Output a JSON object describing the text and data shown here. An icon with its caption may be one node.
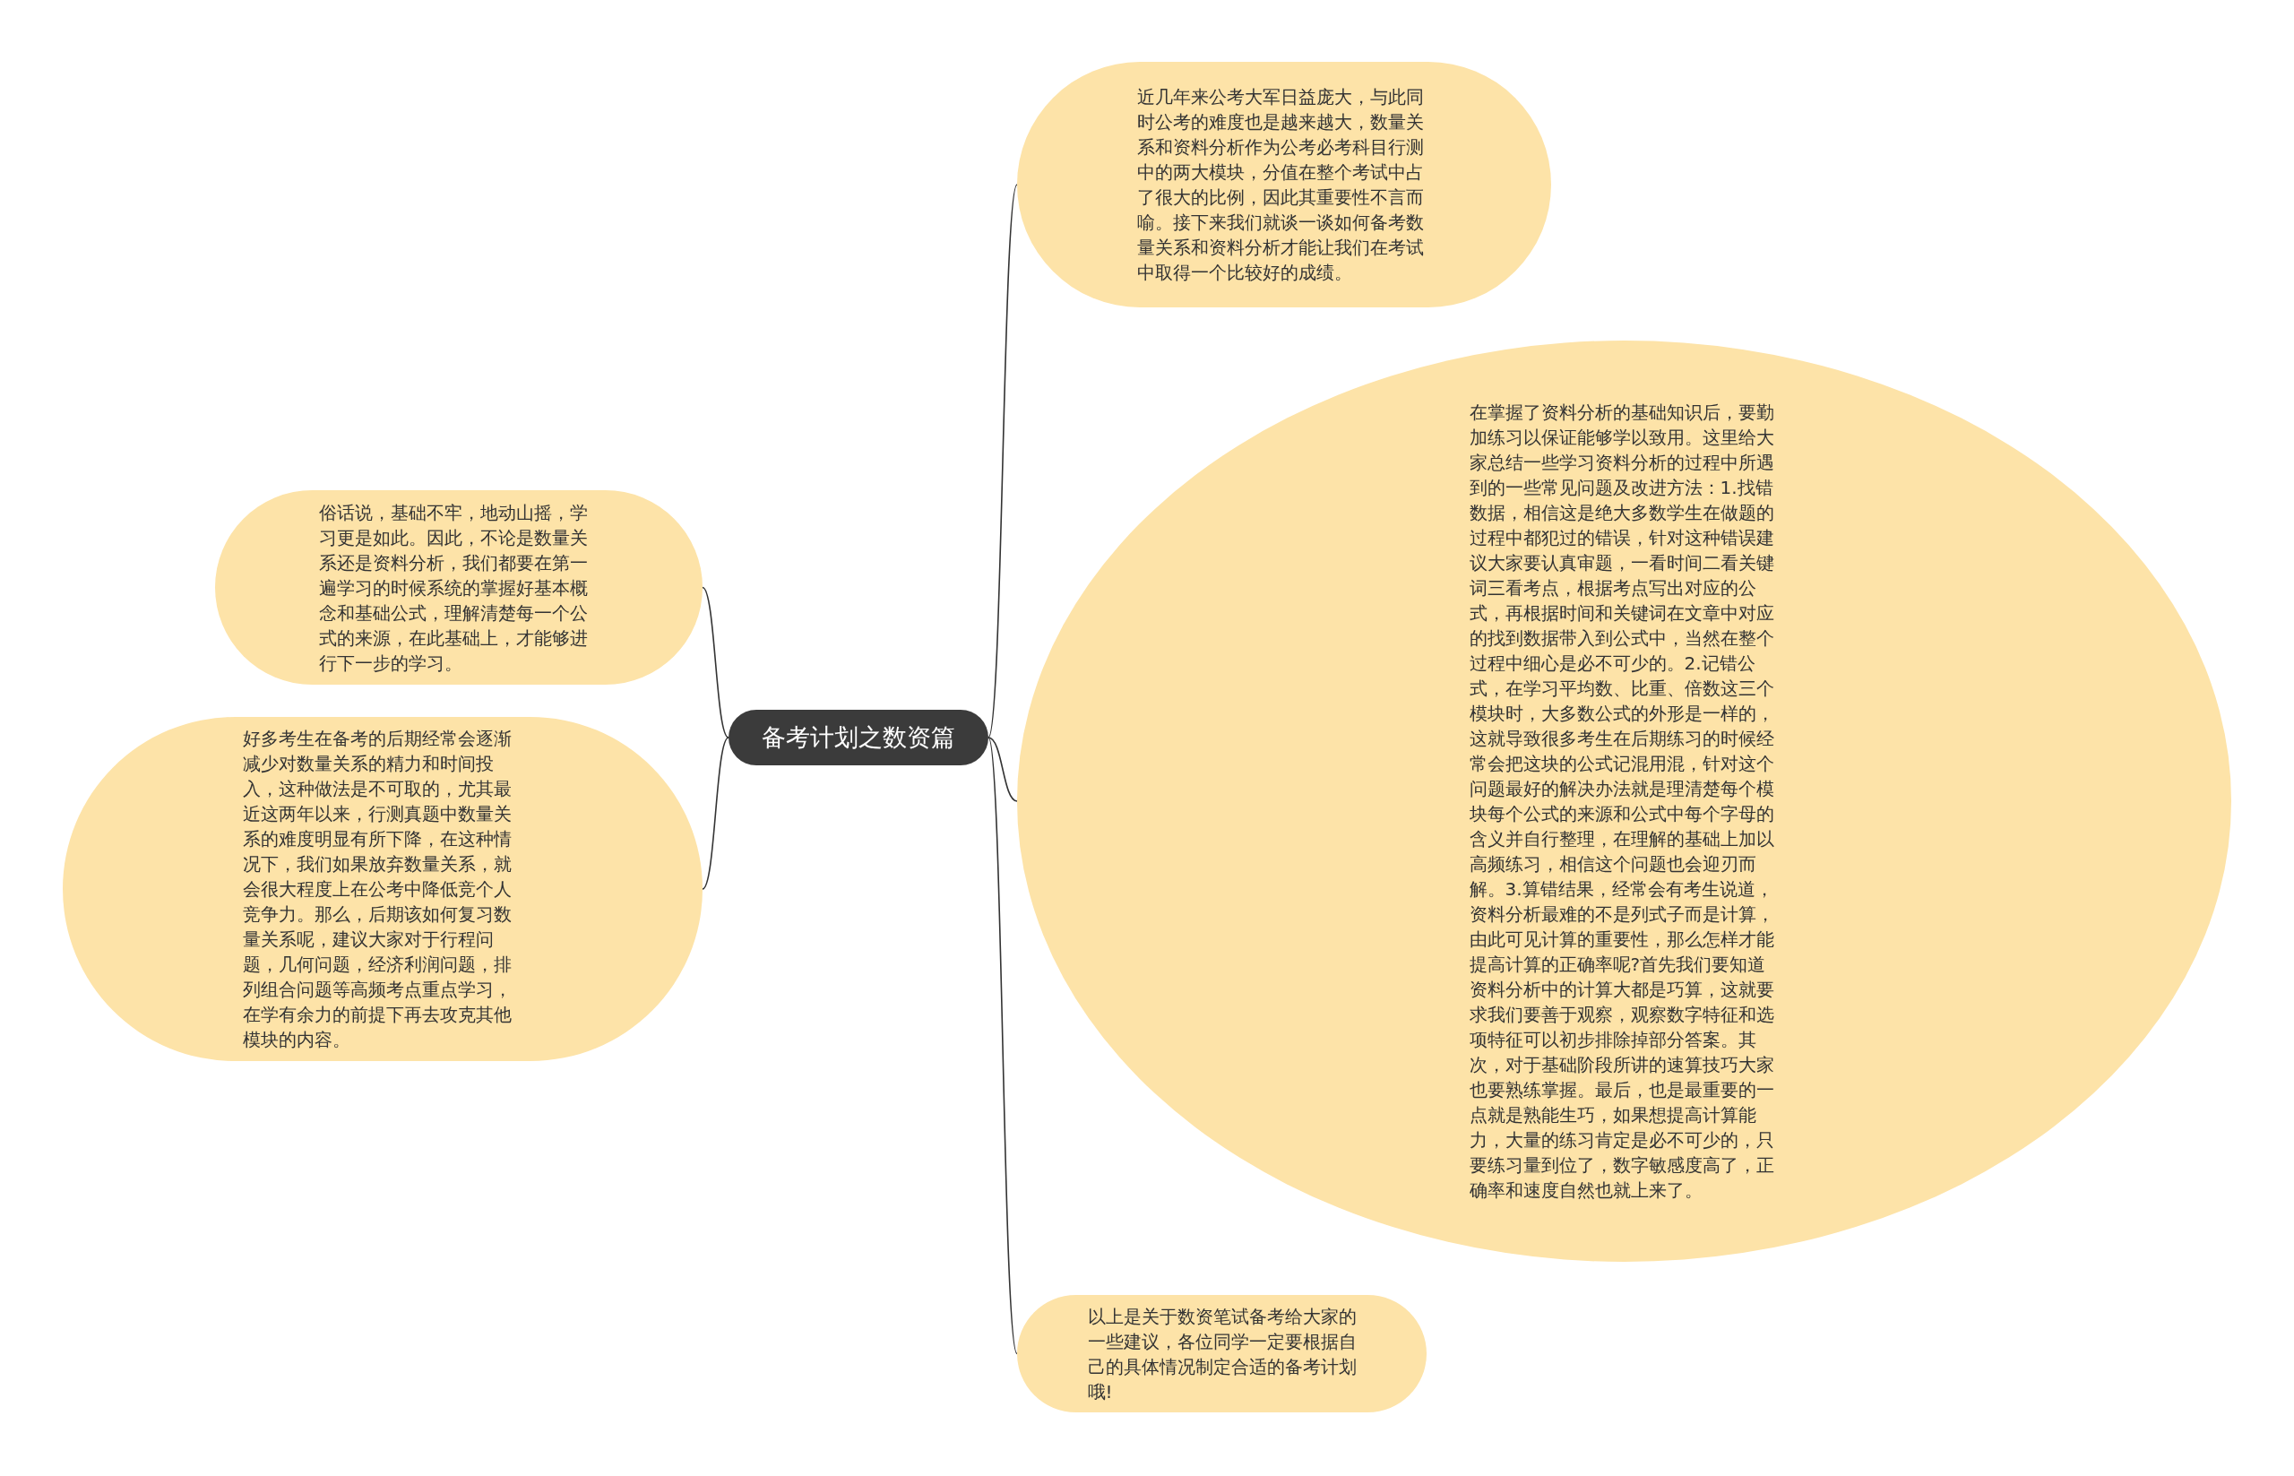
{
  "diagram": {
    "nodes": [
      {
        "text": [
          "备考计划之数资篇"
        ]
      },
      {
        "text": [
          "近几年来公考大军日益庞大，与此同时公考的难度也是越来越大，数量关系和资料分析作为公考必考科目行测中的两大模块，分值在整个考试中占了很大的比例，因此其重要性不言而喻。接下来我们就谈一谈如何备考数量关系和资料分析才能让我们在考试中取得一个比较好的成绩。"
        ]
      },
      {
        "text": [
          "俗话说，基础不牢，地动山摇，学习更是如此。因此，不论是数量关系还是资料分析，我们都要在第一遍学习的时候系统的掌握好基本概念和基础公式，理解清楚每一个公式的来源，在此基础上，才能够进行下一步的学习。"
        ]
      },
      {
        "text": [
          "好多考生在备考的后期经常会逐渐减少对数量关系的精力和时间投入，这种做法是不可取的，尤其最近这两年以来，行测真题中数量关系的难度明显有所下降，在这种情况下，我们如果放弃数量关系，就会很大程度上在公考中降低竞个人竞争力。那么，后期该如何复习数量关系呢，建议大家对于行程问题，几何问题，经济利润问题，排列组合问题等高频考点重点学习，在学有余力的前提下再去攻克其他模块的内容。"
        ]
      },
      {
        "text": [
          "在掌握了资料分析的基础知识后，要勤加练习以保证能够学以致用。这里给大家总结一些学习资料分析的过程中所遇到的一些常见问题及改进方法：1.找错数据，相信这是绝大多数学生在做题的过程中都犯过的错误，针对这种错误建议大家要认真审题，一看时间二看关键词三看考点，根据考点写出对应的公式，再根据时间和关键词在文章中对应的找到数据带入到公式中，当然在整个过程中细心是必不可少的。2.记错公式，在学习平均数、比重、倍数这三个模块时，大多数公式的外形是一样的，这就导致很多考生在后期练习的时候经常会把这块的公式记混用混，针对这个问题最好的解决办法就是理清楚每个模块每个公式的来源和公式中每个字母的含义并自行整理，在理解的基础上加以高频练习，相信这个问题也会迎刃而解。3.算错结果，经常会有考生说道，资料分析最难的不是列式子而是计算，由此可见计算的重要性，那么怎样才能提高计算的正确率呢?首先我们要知道资料分析中的计算大都是巧算，这就要求我们要善于观察，观察数字特征和选项特征可以初步排除掉部分答案。其次，对于基础阶段所讲的速算技巧大家也要熟练掌握。最后，也是最重要的一点就是熟能生巧，如果想提高计算能力，大量的练习肯定是必不可少的，只要练习量到位了，数字敏感度高了，正确率和速度自然也就上来了。"
        ]
      },
      {
        "text": [
          "以上是关于数资笔试备考给大家的一些建议，各位同学一定要根据自己的具体情况制定合适的备考计划哦!"
        ]
      }
    ],
    "edges": [
      {
        "from": 0,
        "to": 1,
        "arrow": "none"
      },
      {
        "from": 0,
        "to": 2,
        "arrow": "none"
      },
      {
        "from": 0,
        "to": 3,
        "arrow": "none"
      },
      {
        "from": 0,
        "to": 4,
        "arrow": "none"
      },
      {
        "from": 0,
        "to": 5,
        "arrow": "none"
      }
    ]
  }
}
